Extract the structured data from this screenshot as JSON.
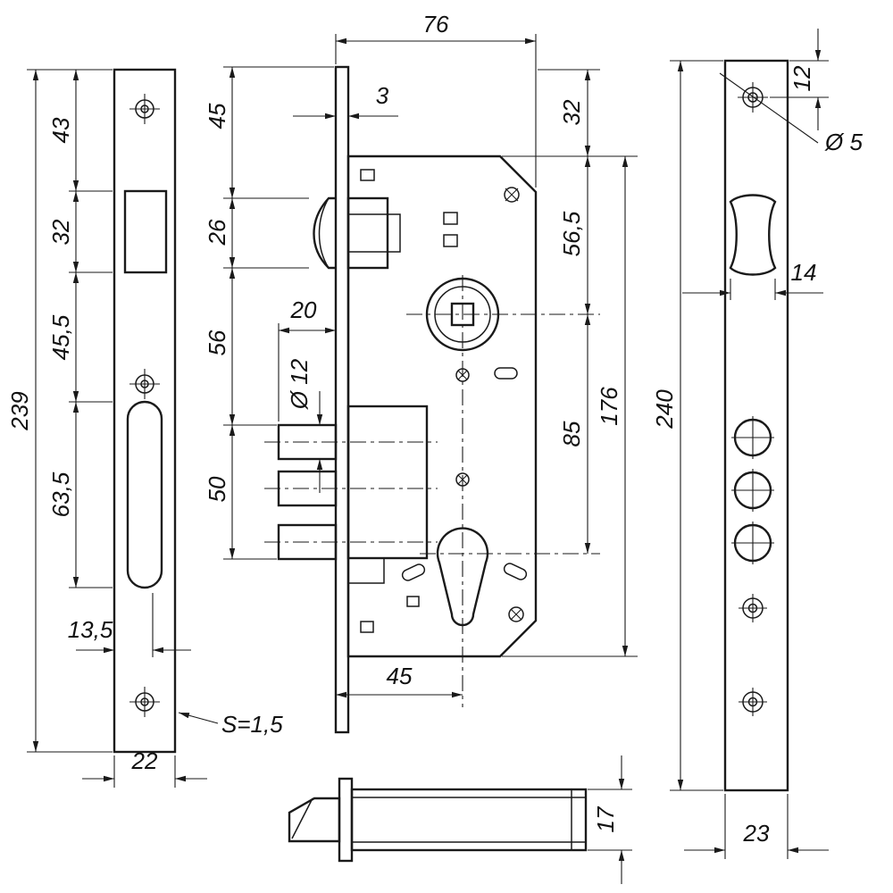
{
  "title": "Mortise lock technical drawing",
  "colors": {
    "line": "#1a1a1a",
    "background": "#ffffff"
  },
  "views": {
    "strike_plate": {
      "dims": {
        "total_height": "239",
        "top_offset": "43",
        "cutout_height": "32",
        "mid_span": "45,5",
        "oval_height": "63,5",
        "oval_offset": "13,5",
        "width": "22",
        "thickness_label": "S=1,5"
      }
    },
    "lock_body": {
      "dims": {
        "case_depth": "76",
        "faceplate_thickness": "3",
        "latch_top_offset": "45",
        "latch_height": "26",
        "latch_to_bolt": "56",
        "bolt_height": "50",
        "bolt_throw": "20",
        "pin_diameter": "Ø 12",
        "top_margin": "32",
        "follower_center": "56,5",
        "follower_to_cylinder": "85",
        "case_height": "176",
        "backset": "45"
      }
    },
    "faceplate": {
      "dims": {
        "screw_offset": "12",
        "screw_diameter": "Ø 5",
        "latch_width": "14",
        "total_height": "240",
        "width": "23"
      }
    },
    "latch_side": {
      "dims": {
        "thickness": "17"
      }
    }
  }
}
